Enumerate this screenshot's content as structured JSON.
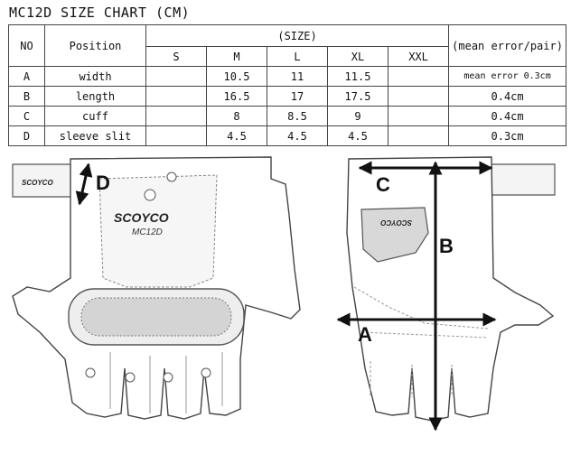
{
  "title": "MC12D SIZE CHART (CM)",
  "table": {
    "col_no": "NO",
    "col_position": "Position",
    "col_size_group": "(SIZE)",
    "col_error": "(mean error/pair)",
    "sizes": [
      "S",
      "M",
      "L",
      "XL",
      "XXL"
    ],
    "rows": [
      {
        "no": "A",
        "position": "width",
        "values": [
          "",
          "10.5",
          "11",
          "11.5",
          ""
        ],
        "error": "mean error 0.3cm"
      },
      {
        "no": "B",
        "position": "length",
        "values": [
          "",
          "16.5",
          "17",
          "17.5",
          ""
        ],
        "error": "0.4cm"
      },
      {
        "no": "C",
        "position": "cuff",
        "values": [
          "",
          "8",
          "8.5",
          "9",
          ""
        ],
        "error": "0.4cm"
      },
      {
        "no": "D",
        "position": "sleeve slit",
        "values": [
          "",
          "4.5",
          "4.5",
          "4.5",
          ""
        ],
        "error": "0.3cm"
      }
    ]
  },
  "figure": {
    "brand_logo": "SCOYCO",
    "model_logo": "MC12D",
    "labels": {
      "a": "A",
      "b": "B",
      "c": "C",
      "d": "D"
    }
  }
}
